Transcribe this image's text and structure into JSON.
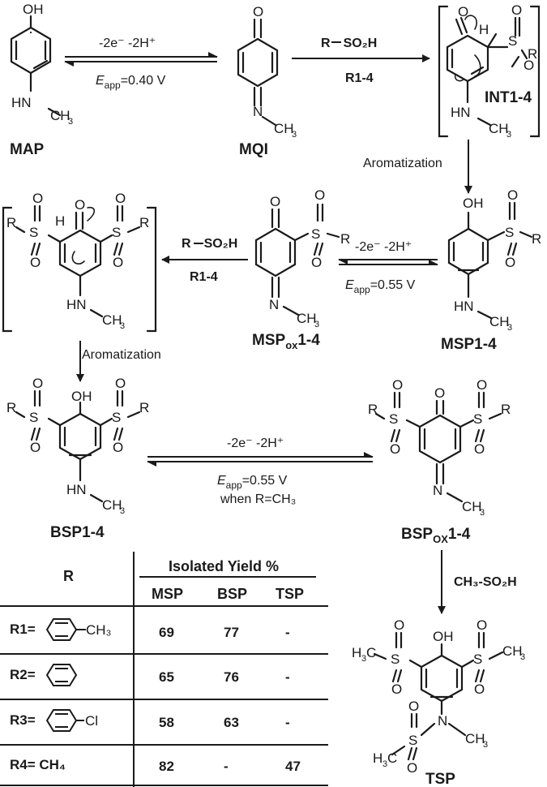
{
  "compounds": {
    "map": "MAP",
    "mqi": "MQI",
    "int": "INT1-4",
    "msp": "MSP1-4",
    "msp_ox_base": "MSP",
    "msp_ox_sub": "ox",
    "msp_ox_suffix": "1-4",
    "bsp": "BSP1-4",
    "bsp_ox_base": "BSP",
    "bsp_ox_sub": "OX",
    "bsp_ox_suffix": "1-4",
    "tsp": "TSP"
  },
  "conditions": {
    "redox": "-2e⁻ -2H⁺",
    "e_label": "E",
    "e_sub": "app",
    "e1": "=0.40 V",
    "e2": "=0.55 V",
    "e3": "=0.55 V",
    "when": "when R=CH₃",
    "sulfinic_r": "R",
    "sulfinic_rest": "SO₂H",
    "r14": "R1-4",
    "aromatization": "Aromatization",
    "ch3so2h": "CH₃-SO₂H"
  },
  "table": {
    "r_header": "R",
    "group_header": "Isolated Yield %",
    "columns": [
      "MSP",
      "BSP",
      "TSP"
    ],
    "rows": [
      {
        "label": "R1=",
        "sub": "CH₃",
        "values": [
          "69",
          "77",
          "-"
        ]
      },
      {
        "label": "R2=",
        "sub": "",
        "values": [
          "65",
          "76",
          "-"
        ]
      },
      {
        "label": "R3=",
        "sub": "Cl",
        "values": [
          "58",
          "63",
          "-"
        ]
      },
      {
        "label": "R4= CH₄",
        "sub": "",
        "values": [
          "82",
          "-",
          "47"
        ]
      }
    ]
  }
}
